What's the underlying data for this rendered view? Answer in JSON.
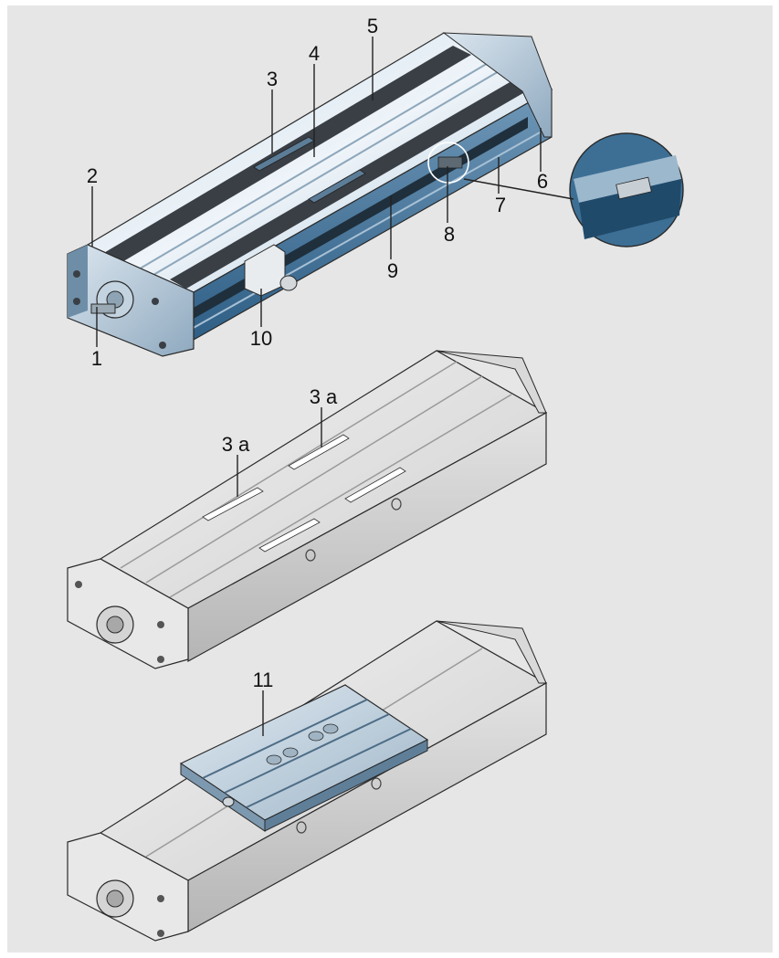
{
  "figure": {
    "background": "#e6e6e6",
    "colors": {
      "aluminium_light": "#dfe7ee",
      "aluminium_mid": "#b9c6d1",
      "aluminium_dark": "#7f909e",
      "blue_shade": "#3d6f95",
      "cover_band": "#3a3f45",
      "outline": "#2a2a2a"
    }
  },
  "callouts": {
    "c1": "1",
    "c2": "2",
    "c3": "3",
    "c4": "4",
    "c5": "5",
    "c6": "6",
    "c7": "7",
    "c8": "8",
    "c9": "9",
    "c10": "10",
    "c3a_left": "3 a",
    "c3a_right": "3 a",
    "c11": "11"
  }
}
